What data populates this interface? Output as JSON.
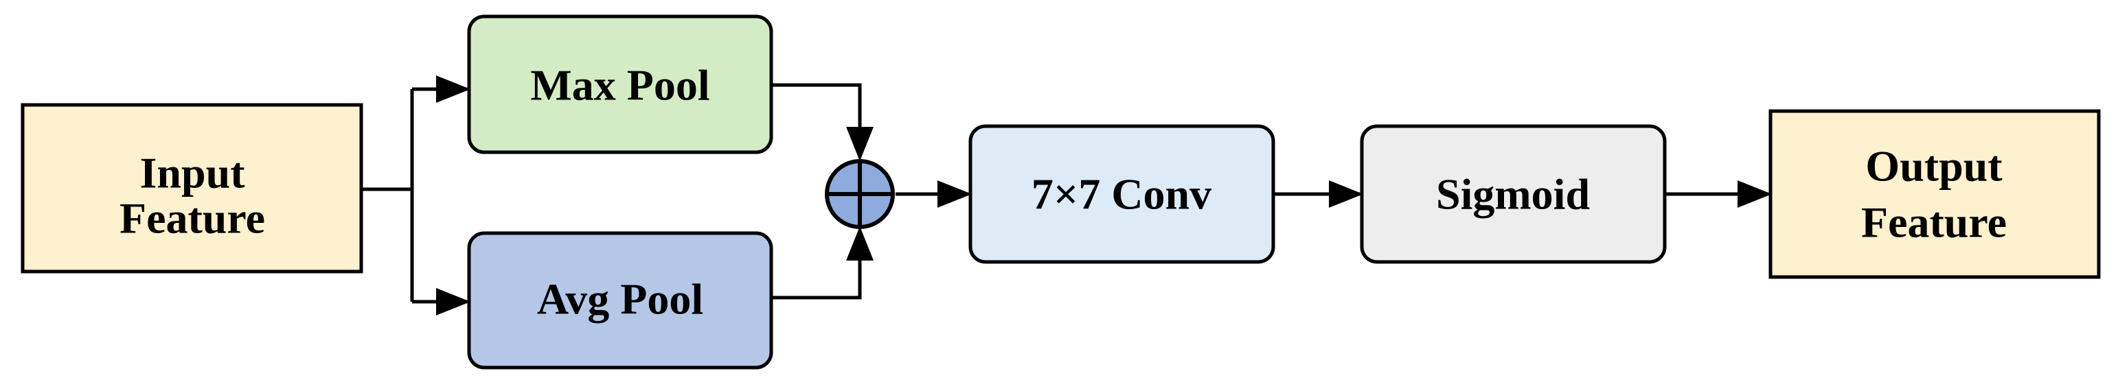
{
  "nodes": {
    "input_line1": "Input",
    "input_line2": "Feature",
    "max_pool": "Max Pool",
    "avg_pool": "Avg Pool",
    "conv": "7×7 Conv",
    "sigmoid": "Sigmoid",
    "output_line1": "Output",
    "output_line2": "Feature"
  },
  "colors": {
    "input_fill": "#fdf1cf",
    "max_pool_fill": "#d3ecc5",
    "avg_pool_fill": "#b4c7e7",
    "conv_fill": "#ddebf7",
    "sigmoid_fill": "#ededed",
    "output_fill": "#fdf1cf",
    "sum_fill": "#8faadc",
    "stroke": "#000000"
  },
  "icons": {
    "sum": "circle-plus-icon"
  }
}
